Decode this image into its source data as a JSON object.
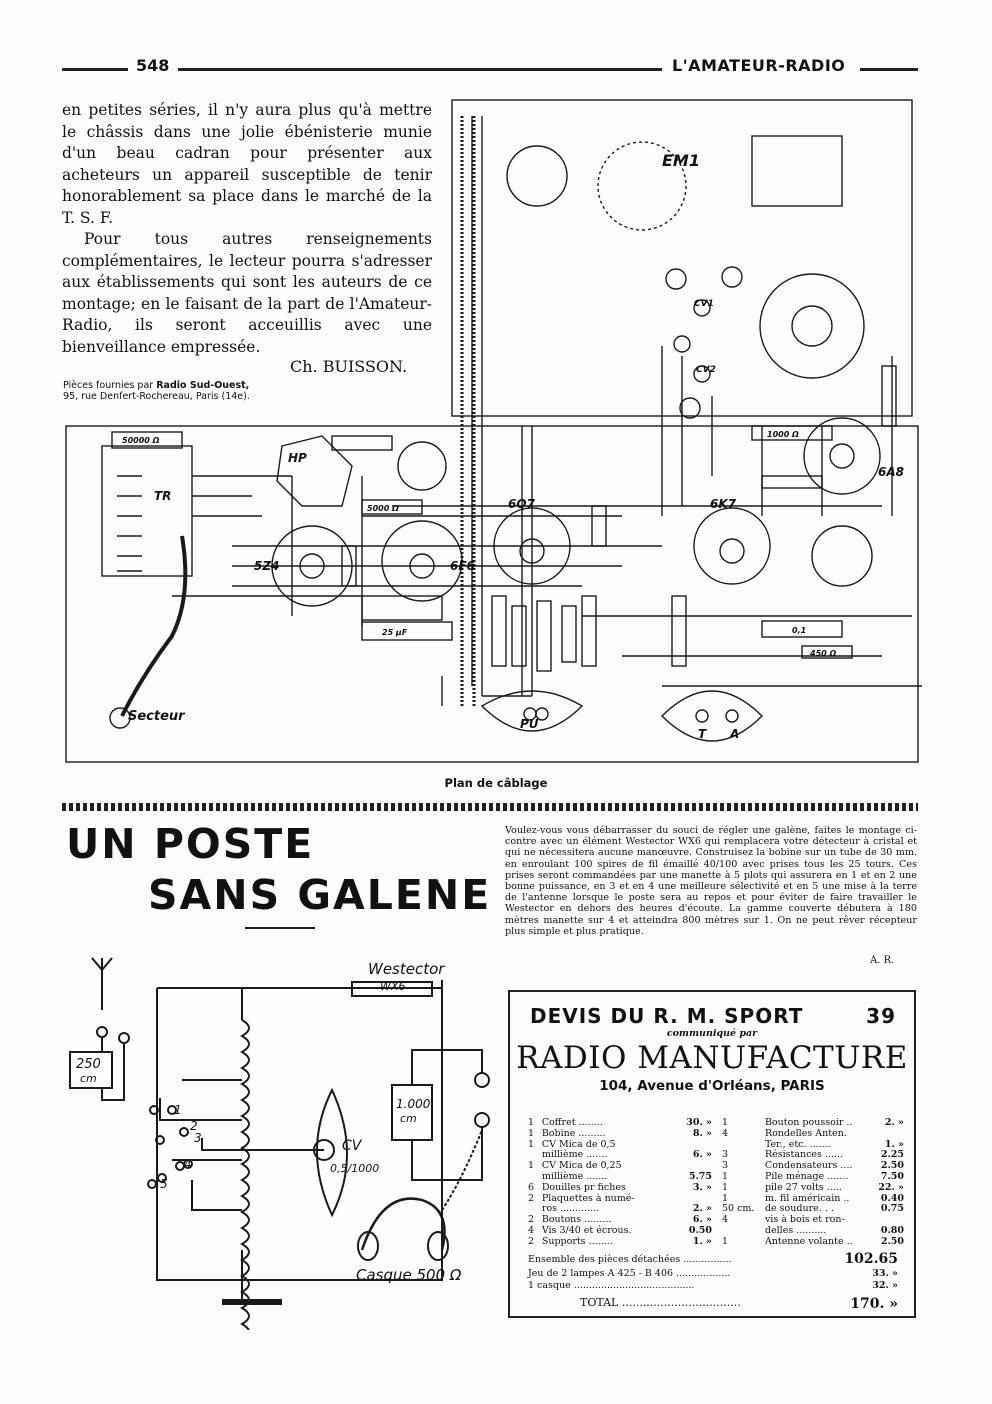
{
  "header": {
    "page_number": "548",
    "journal": "L'AMATEUR-RADIO"
  },
  "article": {
    "para1": "en petites séries, il n'y aura plus qu'à mettre le châssis dans une jolie ébénisterie munie d'un beau cadran pour présenter aux acheteurs un appareil susceptible de tenir honorablement sa place dans le marché de la T. S. F.",
    "para2": "Pour tous autres renseignements complémentaires, le lecteur pourra s'adresser aux établissements qui sont les auteurs de ce montage; en le faisant de la part de l'Amateur-Radio, ils seront acceuillis avec une bienveillance empressée.",
    "signature": "Ch. BUISSON.",
    "credit_prefix": "Pièces fournies par",
    "credit_company": "Radio Sud-Ouest,",
    "credit_address": "95, rue Denfert-Rochereau, Paris (14e)."
  },
  "wiring_plan": {
    "caption": "Plan de câblage",
    "labels": {
      "em1": "EM1",
      "hp": "HP",
      "tr": "TR",
      "tube_5z4": "5Z4",
      "tube_6f6": "6F6",
      "tube_6q7": "6Q7",
      "tube_6k7": "6K7",
      "tube_6a8": "6A8",
      "cv1": "CV1",
      "cv2": "CV2",
      "pu": "PU",
      "t": "T",
      "a": "A",
      "secteur": "Secteur",
      "r_50000": "50000 Ω",
      "r_5000": "5000 Ω",
      "r_1000": "1000 Ω",
      "c_01": "0,1",
      "c_25": "25 µF",
      "c_450": "450 Ω"
    }
  },
  "poste": {
    "title_line1": "UN POSTE",
    "title_line2": "SANS GALENE",
    "blurb": "Voulez-vous vous débarrasser du souci de régler une galène, faites le montage ci-contre avec un élément Westector WX6 qui remplacera votre détecteur à cristal et qui ne nécessitera aucune manœuvre. Construisez la bobine sur un tube de 30 mm. en enroulant 100 spires de fil émaillé 40/100 avec prises tous les 25 tours. Ces prises seront commandées par une manette à 5 plots qui assurera en 1 et en 2 une bonne puissance, en 3 et en 4 une meilleure sélectivité et en 5 une mise à la terre de l'antenne lorsque le poste sera au repos et pour éviter de faire travailler le Westector en dehors des heures d'écoute. La gamme couverte débutera à 180 mètres manette sur 4 et atteindra 800 mètres sur 1. On ne peut rêver récepteur plus simple et plus pratique.",
    "blurb_signature": "A. R.",
    "schematic": {
      "westector": "Westector",
      "wx6": "WX6",
      "cap_250": "250",
      "cap_250_unit": "cm",
      "cv": "CV",
      "cv_value": "0,5/1000",
      "cap_1000": "1.000",
      "cap_1000_unit": "cm",
      "casque": "Casque 500 Ω",
      "taps": [
        "1",
        "2",
        "3",
        "4",
        "5"
      ]
    }
  },
  "devis": {
    "title_left": "DEVIS DU R. M. SPORT",
    "title_num": "39",
    "communique": "communiqué par",
    "brand": "RADIO MANUFACTURE",
    "address": "104, Avenue d'Orléans, PARIS",
    "left_items": [
      {
        "qty": "1",
        "name": "Coffret ........",
        "price": "30. »"
      },
      {
        "qty": "1",
        "name": "Bobine .........",
        "price": "8. »"
      },
      {
        "qty": "1",
        "name": "CV  Mica  de  0,5",
        "price": ""
      },
      {
        "qty": "",
        "name": "millième .......",
        "price": "6. »"
      },
      {
        "qty": "1",
        "name": "CV  Mica  de  0,25",
        "price": ""
      },
      {
        "qty": "",
        "name": "millième .......",
        "price": "5.75"
      },
      {
        "qty": "6",
        "name": "Douilles  pr  fiches",
        "price": "3. »"
      },
      {
        "qty": "2",
        "name": "Plaquettes à numé-",
        "price": ""
      },
      {
        "qty": "",
        "name": "ros .............",
        "price": "2. »"
      },
      {
        "qty": "2",
        "name": "Boutons .........",
        "price": "6. »"
      },
      {
        "qty": "4",
        "name": "Vis 3/40 et écrous.",
        "price": "0.50"
      },
      {
        "qty": "2",
        "name": "Supports ........",
        "price": "1. »"
      }
    ],
    "right_items": [
      {
        "qty": "1",
        "name": "Bouton poussoir ..",
        "price": "2. »"
      },
      {
        "qty": "4",
        "name": "Rondelles  Anten.",
        "price": ""
      },
      {
        "qty": "",
        "name": "Ter., etc. .......",
        "price": "1. »"
      },
      {
        "qty": "3",
        "name": "Résistances ......",
        "price": "2.25"
      },
      {
        "qty": "3",
        "name": "Condensateurs ....",
        "price": "2.50"
      },
      {
        "qty": "1",
        "name": "Pile ménage .......",
        "price": "7.50"
      },
      {
        "qty": "1",
        "name": "pile 27 volts .....",
        "price": "22. »"
      },
      {
        "qty": "1",
        "name": "m. fil américain ..",
        "price": "0.40"
      },
      {
        "qty": "50 cm.",
        "name": "de soudure. . .",
        "price": "0.75"
      },
      {
        "qty": "4",
        "name": "vis à bois et ron-",
        "price": ""
      },
      {
        "qty": "",
        "name": "delles ..........",
        "price": "0.80"
      },
      {
        "qty": "1",
        "name": "Antenne volante ..",
        "price": "2.50"
      }
    ],
    "subtotal_label": "Ensemble des pièces détachées ................",
    "subtotal": "102.65",
    "lamps_label": "Jeu de 2 lampes A 425 - B 406 ..................",
    "lamps": "33. »",
    "casque_label": "1 casque ........................................",
    "casque": "32. »",
    "total_label": "TOTAL ..................................",
    "total": "170. »"
  }
}
